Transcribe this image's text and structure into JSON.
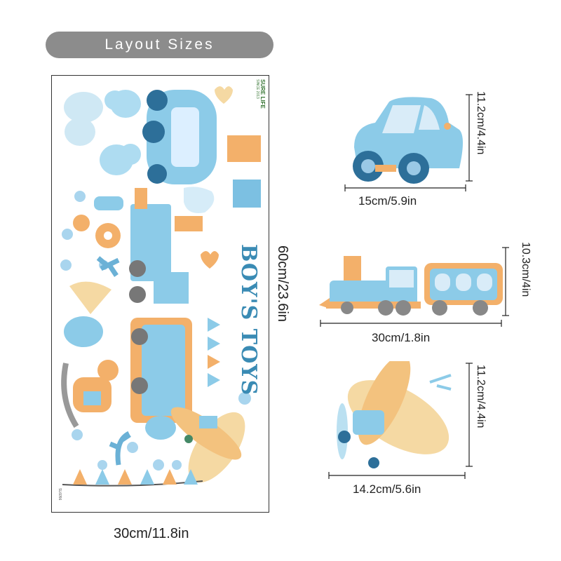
{
  "header": {
    "title": "Layout Sizes"
  },
  "sheet": {
    "width_label": "30cm/11.8in",
    "height_label": "60cm/23.6in",
    "headline": "BOY'S TOYS",
    "brand_name": "SURE LIFE",
    "brand_tagline": "SINCE 2013",
    "product_code": "SL6056"
  },
  "items": [
    {
      "name": "car",
      "width_label": "15cm/5.9in",
      "height_label": "11.2cm/4.4in"
    },
    {
      "name": "train",
      "width_label": "30cm/1.8in",
      "height_label": "10.3cm/4in"
    },
    {
      "name": "airplane",
      "width_label": "14.2cm/5.6in",
      "height_label": "11.2cm/4.4in"
    }
  ],
  "colors": {
    "pill": "#8c8c8c",
    "blue": "#8ccbe8",
    "blue_dark": "#3a8bb4",
    "orange": "#f3b06a",
    "cream": "#f5d9a3"
  }
}
